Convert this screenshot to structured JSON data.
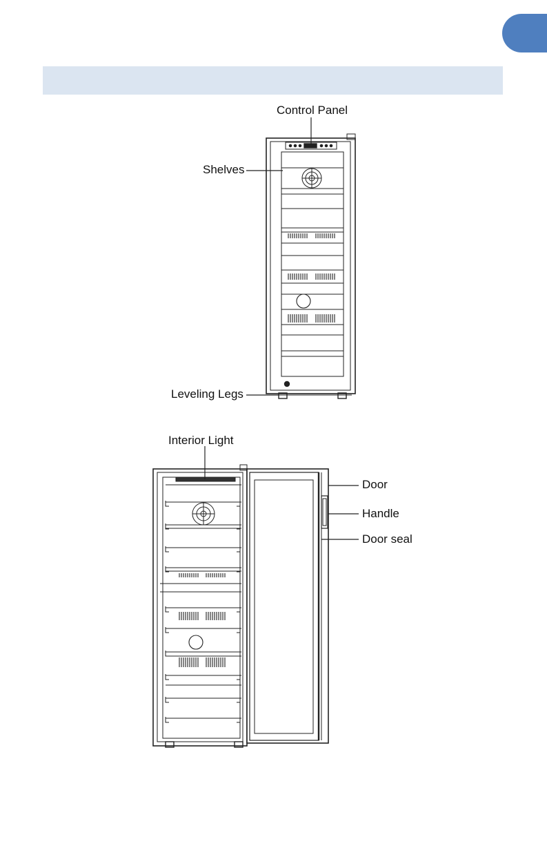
{
  "labels": {
    "control_panel": "Control Panel",
    "shelves": "Shelves",
    "leveling_legs": "Leveling Legs",
    "interior_light": "Interior Light",
    "door": "Door",
    "handle": "Handle",
    "door_seal": "Door seal"
  },
  "colors": {
    "accent_tab": "#4f7fbf",
    "header_band": "#dbe5f1",
    "line": "#222222"
  }
}
